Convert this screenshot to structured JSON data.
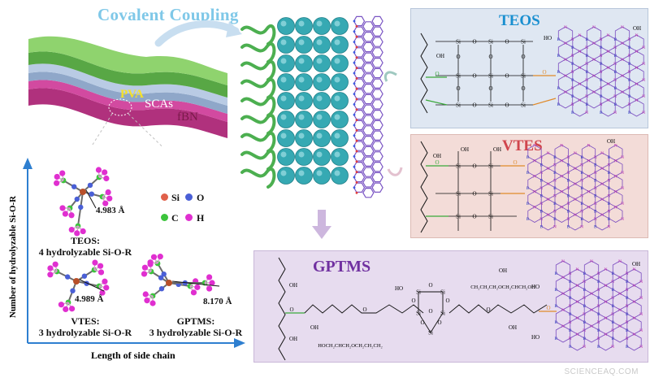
{
  "banner": {
    "title": "Covalent Coupling"
  },
  "layers": {
    "top": "PVA",
    "middle": "SCAs",
    "bottom": "fBN"
  },
  "panels": {
    "teos": {
      "title": "TEOS",
      "title_color": "#1a8fd0"
    },
    "vtes": {
      "title": "VTES",
      "title_color": "#d0454d"
    },
    "gptms": {
      "title": "GPTMS",
      "title_color": "#7030a0"
    }
  },
  "plot": {
    "ylabel": "Number of hydrolyzable Si-O-R",
    "xlabel": "Length of side chain"
  },
  "legend": {
    "si": "Si",
    "o": "O",
    "c": "C",
    "h": "H"
  },
  "molecules": {
    "teos": {
      "distance": "4.983 Å",
      "name": "TEOS:",
      "desc": "4 hydrolyzable Si-O-R"
    },
    "vtes": {
      "distance": "4.989 Å",
      "name": "VTES:",
      "desc": "3  hydrolyzable Si-O-R"
    },
    "gptms": {
      "distance": "8.170 Å",
      "name": "GPTMS:",
      "desc": "3  hydrolyzable Si-O-R"
    }
  },
  "atoms": {
    "si": "Si",
    "o": "O",
    "b": "B",
    "n": "N",
    "oh": "OH",
    "ho": "HO"
  },
  "gptms_chain": {
    "upper": "CH₂CH₂CH₂OCH₂CHCH₂OH",
    "lower": "HOCH₂CHCH₂OCH₂CH₂CH₂"
  },
  "watermark": "SCIENCEAQ.COM"
}
